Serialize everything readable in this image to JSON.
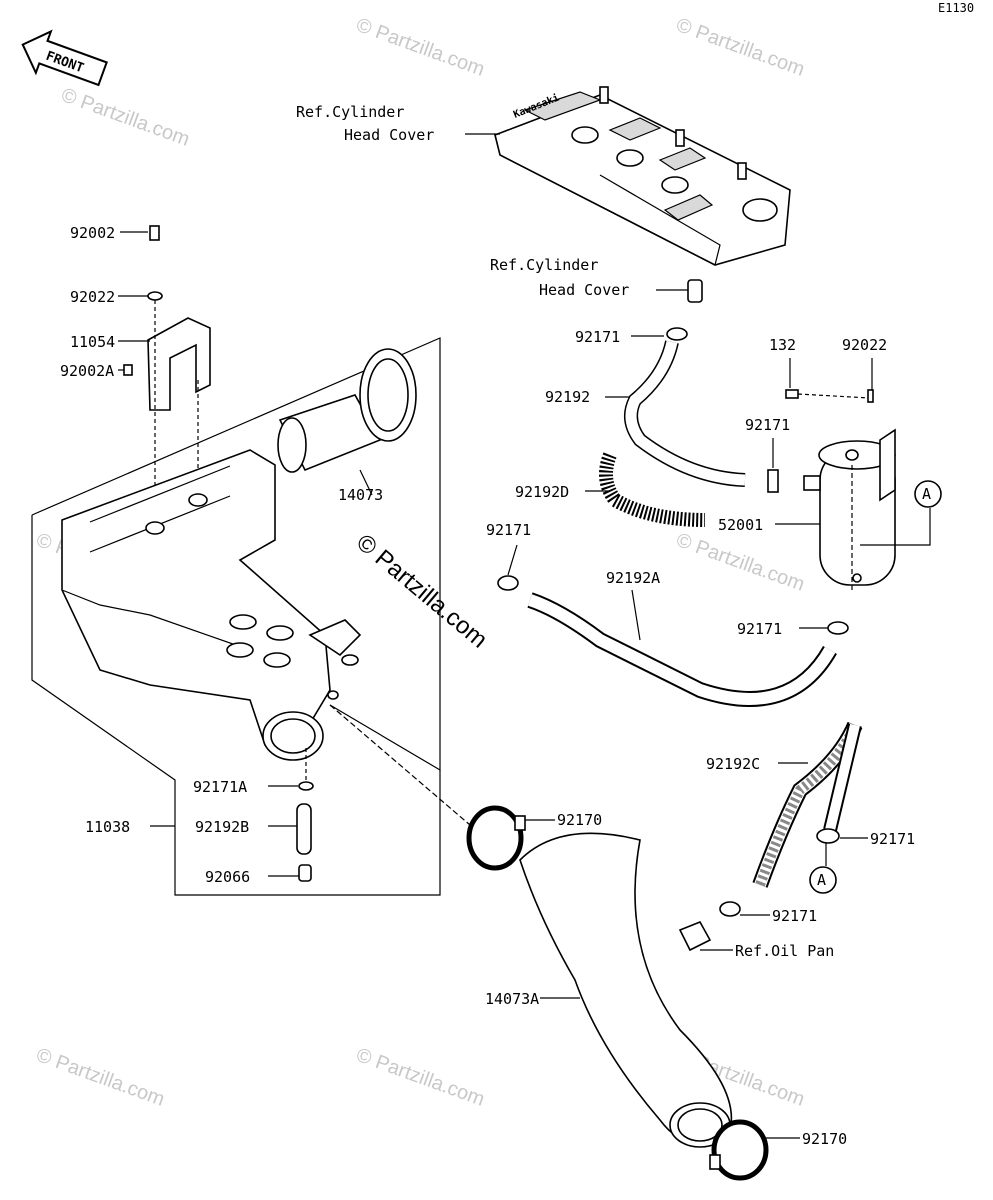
{
  "diagram_code": "E1130",
  "front_label": "FRONT",
  "watermark_main": "© Partzilla.com",
  "watermark_small": "© Partzilla.com",
  "callouts": {
    "ref_head_cover_top_1": "Ref.Cylinder",
    "ref_head_cover_top_2": "Head Cover",
    "ref_head_cover_mid_1": "Ref.Cylinder",
    "ref_head_cover_mid_2": "Head Cover",
    "ref_oil_pan": "Ref.Oil Pan",
    "p92002": "92002",
    "p92022_left": "92022",
    "p11054": "11054",
    "p92002A": "92002A",
    "p14073": "14073",
    "p92171_top": "92171",
    "p92192": "92192",
    "p132": "132",
    "p92022_right": "92022",
    "p92171_mid": "92171",
    "p92192D": "92192D",
    "p52001": "52001",
    "marker_a_top": "A",
    "p92171_left": "92171",
    "p92192A": "92192A",
    "p92171_lower": "92171",
    "p92192C": "92192C",
    "p92171_right": "92171",
    "marker_a_bottom": "A",
    "p92171_bottom": "92171",
    "p92171A": "92171A",
    "p11038": "11038",
    "p92192B": "92192B",
    "p92066": "92066",
    "p92170_top": "92170",
    "p14073A": "14073A",
    "p92170_bottom": "92170",
    "brand_on_cover": "Kawasaki"
  }
}
